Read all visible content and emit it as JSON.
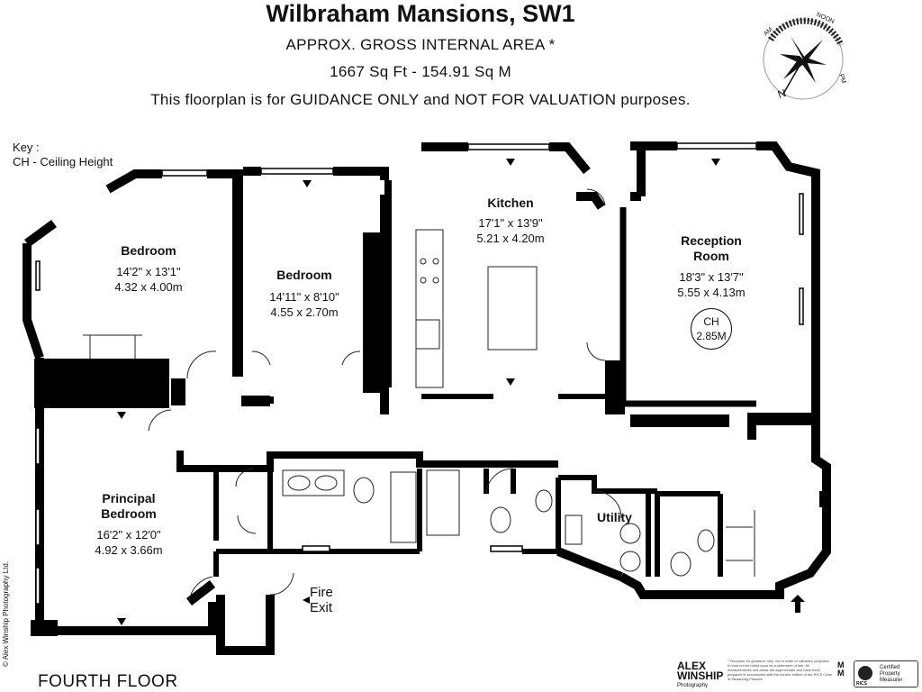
{
  "header": {
    "title": "Wilbraham Mansions, SW1",
    "area_label": "APPROX. GROSS INTERNAL  AREA *",
    "area_value": "1667 Sq Ft  -  154.91 Sq M",
    "disclaimer": "This floorplan is for GUIDANCE ONLY and NOT FOR VALUATION purposes."
  },
  "key": {
    "title": "Key :",
    "item": "CH - Ceiling Height"
  },
  "compass": {
    "marks": [
      "AM",
      "NOON",
      "PM"
    ],
    "north": "N"
  },
  "rooms": [
    {
      "name": "Bedroom",
      "imperial": "14'2\" x 13'1\"",
      "metric": "4.32 x 4.00m"
    },
    {
      "name": "Bedroom",
      "imperial": "14'11\" x 8'10\"",
      "metric": "4.55 x 2.70m"
    },
    {
      "name": "Kitchen",
      "imperial": "17'1\" x 13'9\"",
      "metric": "5.21 x 4.20m"
    },
    {
      "name_line1": "Reception",
      "name_line2": "Room",
      "imperial": "18'3\" x 13'7\"",
      "metric": "5.55 x 4.13m"
    },
    {
      "name_line1": "Principal",
      "name_line2": "Bedroom",
      "imperial": "16'2\" x 12'0\"",
      "metric": "4.92 x 3.66m"
    },
    {
      "name": "Utility"
    }
  ],
  "ceiling": {
    "label": "CH",
    "value": "2.85M"
  },
  "fire_exit": {
    "line1": "Fire",
    "line2": "Exit"
  },
  "footer": {
    "floor": "FOURTH FLOOR",
    "credit": "© Alex Winship Photography Ltd.",
    "brand_line1": "ALEX",
    "brand_line2": "WINSHIP",
    "brand_line3": "Photography",
    "fine_print": "* Floorplan for guidance only, not to scale or valuation purposes. It must not be relied upon as a statement of fact. All measurements and areas are approximate and have been prepared in accordance with the current edition of the RICS Code of Measuring Practice.",
    "mm_label": "M\nM",
    "badge": "Certified Property Measurer",
    "badge_org": "RICS"
  }
}
